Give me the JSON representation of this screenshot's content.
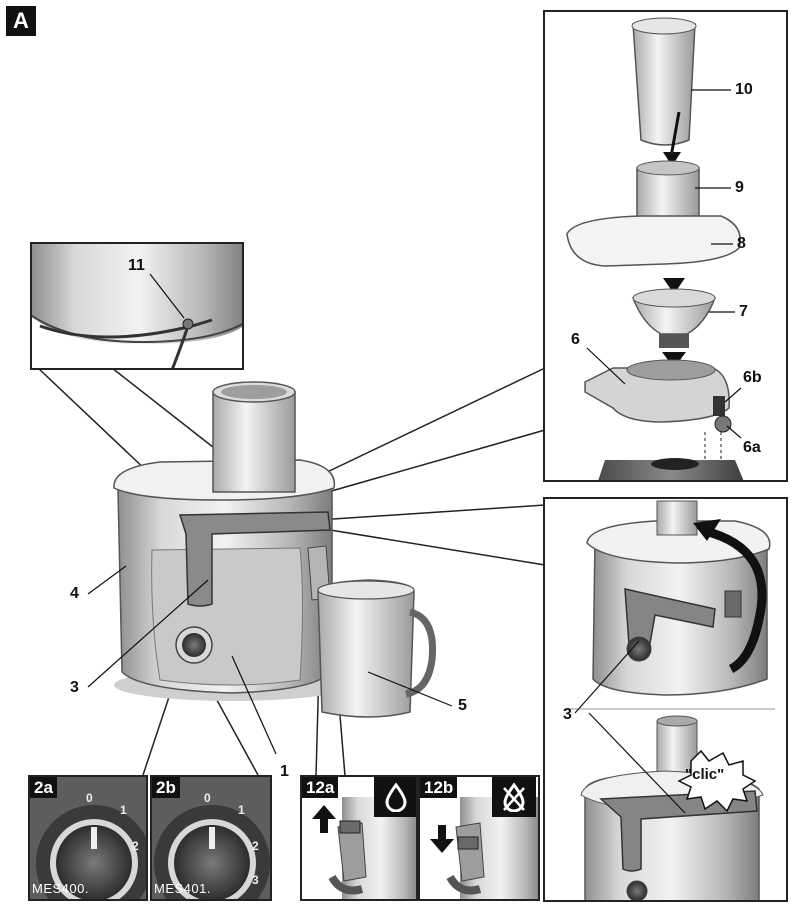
{
  "section_tag": "A",
  "callouts": {
    "c1": "1",
    "c3_main": "3",
    "c4": "4",
    "c5": "5",
    "c6": "6",
    "c6a": "6a",
    "c6b": "6b",
    "c7": "7",
    "c8": "8",
    "c9": "9",
    "c10": "10",
    "c11": "11",
    "c3_right": "3"
  },
  "panels": {
    "p2a": {
      "label": "2a",
      "model": "MES400.",
      "dial_marks": [
        "0",
        "1",
        "2"
      ]
    },
    "p2b": {
      "label": "2b",
      "model": "MES401.",
      "dial_marks": [
        "0",
        "1",
        "2",
        "3"
      ]
    },
    "p12a": {
      "label": "12a",
      "icon": "drop-icon"
    },
    "p12b": {
      "label": "12b",
      "icon": "drop-crossed-icon"
    }
  },
  "clic_text": "\"clic\"",
  "colors": {
    "ink": "#111111",
    "metal_light": "#e6e6e6",
    "metal_mid": "#b9b9b9",
    "metal_dark": "#6d6d6d",
    "handle": "#7a7a7a"
  }
}
